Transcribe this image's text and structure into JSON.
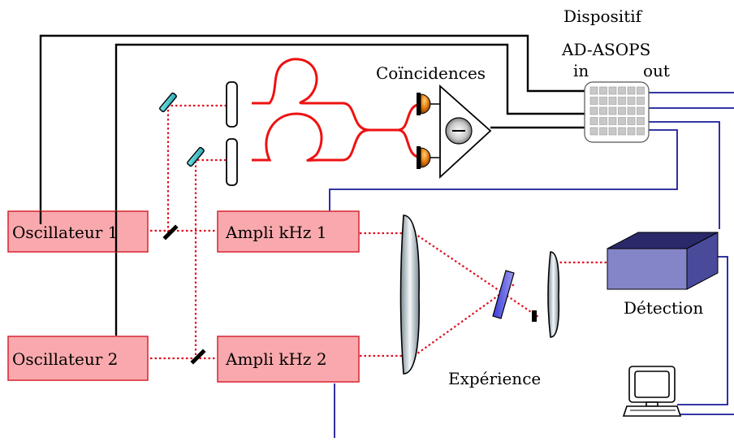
{
  "labels": {
    "oscillator_1": "Oscillateur 1",
    "oscillator_2": "Oscillateur 2",
    "amplifier_1": "Ampli kHz 1",
    "amplifier_2": "Ampli kHz 2",
    "coincidences": "Coïncidences",
    "device_line1": "Dispositif",
    "device_line2": "AD-ASOPS",
    "device_in": "in",
    "device_out": "out",
    "experiment": "Expérience",
    "detection": "Détection"
  },
  "colors": {
    "box_fill": "#f9a9ad",
    "box_stroke": "#d8303c",
    "laser": "#e01020",
    "fiber": "#ee1111",
    "electrical": "#000000",
    "signal": "#1a1a9a",
    "mirror": "#33c9d0",
    "detector_cap": "#c86a10",
    "detection_box": "#8484c8"
  }
}
